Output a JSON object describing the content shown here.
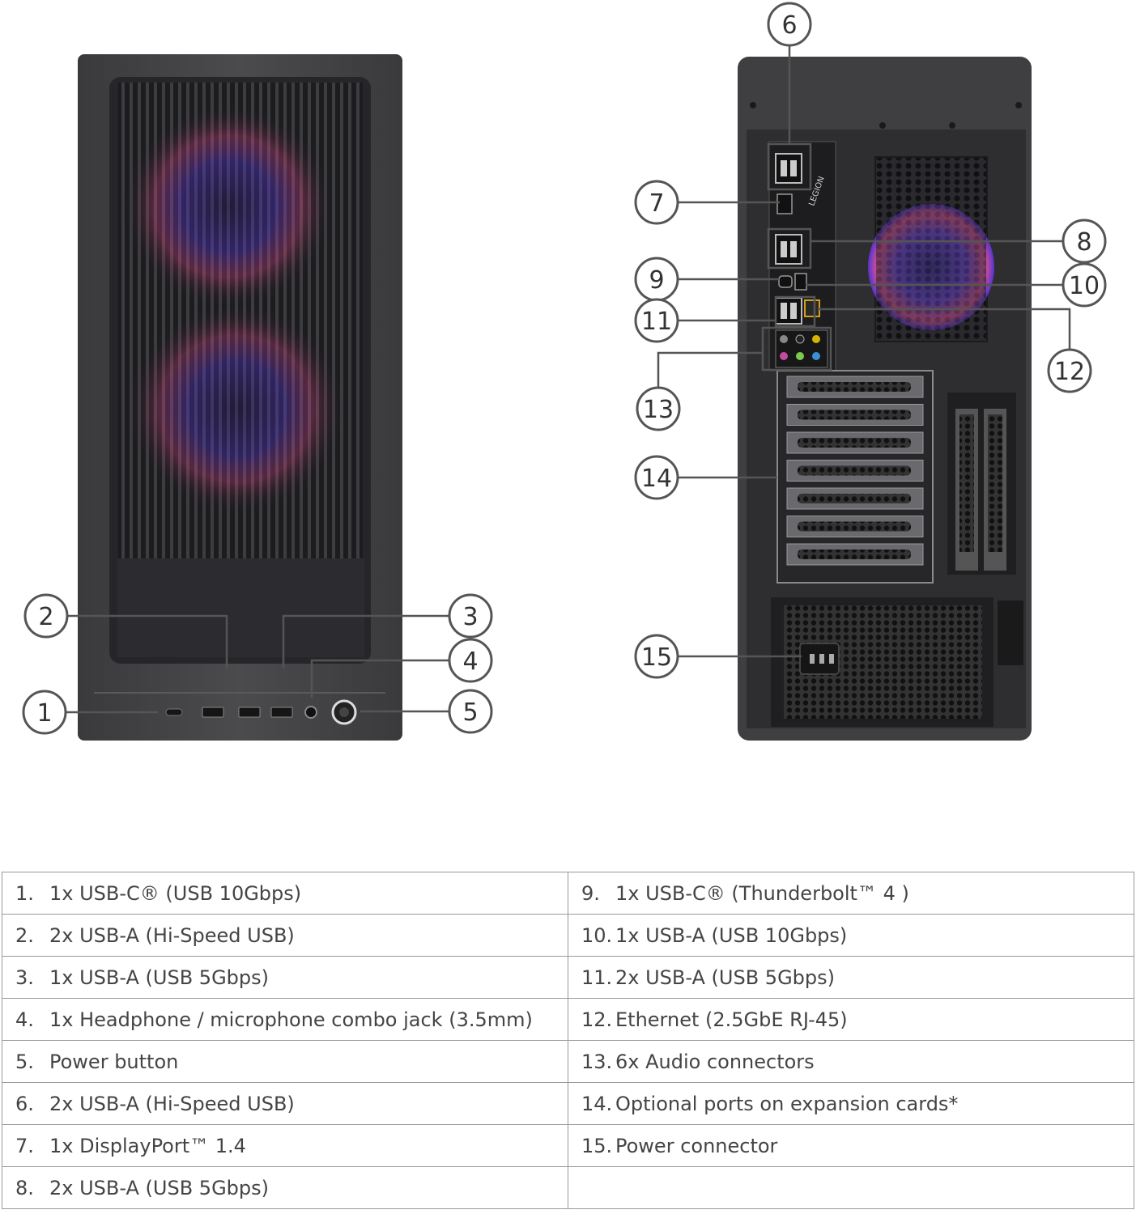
{
  "colors": {
    "case_dark": "#2f2f2f",
    "case_mid": "#4a4a4a",
    "fan_purple": "#6b3cff",
    "fan_pink": "#ff3c8a",
    "callout_line": "#555555",
    "table_border": "#9a9a9a"
  },
  "front_view": {
    "ports": [
      {
        "name": "usb-c",
        "label": "USB-C"
      },
      {
        "name": "usb-a-1",
        "label": "USB-A"
      },
      {
        "name": "usb-a-2",
        "label": "USB-A"
      },
      {
        "name": "usb-a-3",
        "label": "USB-A"
      },
      {
        "name": "audio-jack",
        "label": "Headphone jack"
      },
      {
        "name": "power-button",
        "label": "Power"
      }
    ],
    "callouts": [
      "1",
      "2",
      "3",
      "4",
      "5"
    ]
  },
  "rear_view": {
    "logo_text": "LEGION",
    "callouts": [
      "6",
      "7",
      "8",
      "9",
      "10",
      "11",
      "12",
      "13",
      "14",
      "15"
    ],
    "expansion_slot_count": 7
  },
  "ports_table": {
    "rows": [
      [
        {
          "num": "1.",
          "text": "1x USB-C® (USB 10Gbps)"
        },
        {
          "num": "9.",
          "text": "1x USB-C® (Thunderbolt™ 4 )"
        }
      ],
      [
        {
          "num": "2.",
          "text": "2x USB-A (Hi-Speed USB)"
        },
        {
          "num": "10.",
          "text": "1x USB-A (USB 10Gbps)"
        }
      ],
      [
        {
          "num": "3.",
          "text": "1x USB-A (USB 5Gbps)"
        },
        {
          "num": "11.",
          "text": "2x USB-A (USB 5Gbps)"
        }
      ],
      [
        {
          "num": "4.",
          "text": "1x Headphone / microphone combo jack (3.5mm)"
        },
        {
          "num": "12.",
          "text": "Ethernet (2.5GbE RJ-45)"
        }
      ],
      [
        {
          "num": "5.",
          "text": "Power button"
        },
        {
          "num": "13.",
          "text": "6x Audio connectors"
        }
      ],
      [
        {
          "num": "6.",
          "text": "2x USB-A (Hi-Speed USB)"
        },
        {
          "num": "14.",
          "text": "Optional ports on expansion cards*"
        }
      ],
      [
        {
          "num": "7.",
          "text": "1x DisplayPort™ 1.4"
        },
        {
          "num": "15.",
          "text": "Power connector"
        }
      ],
      [
        {
          "num": "8.",
          "text": "2x USB-A (USB 5Gbps)"
        },
        {
          "num": "",
          "text": ""
        }
      ]
    ]
  }
}
